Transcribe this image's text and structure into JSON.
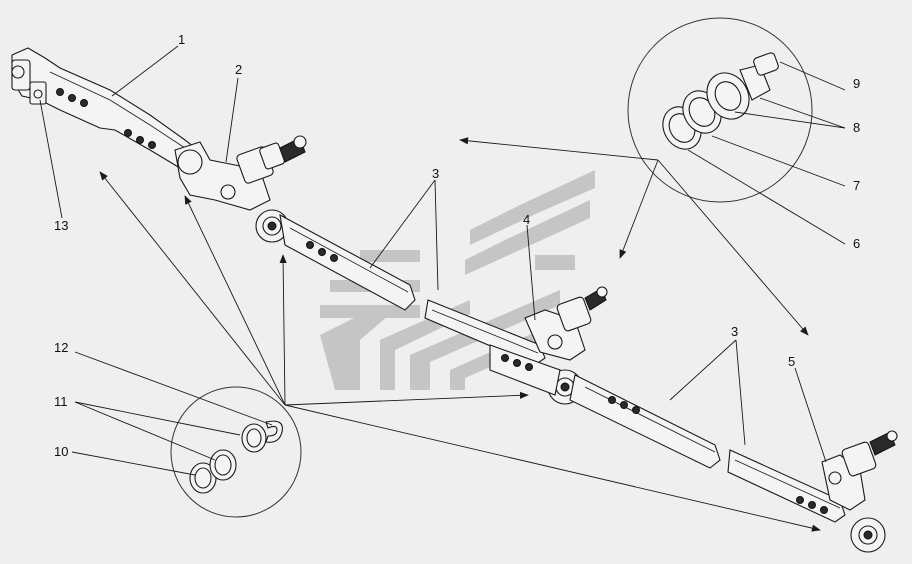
{
  "labels": [
    {
      "id": "label-1",
      "text": "1"
    },
    {
      "id": "label-2",
      "text": "2"
    },
    {
      "id": "label-3a",
      "text": "3"
    },
    {
      "id": "label-3b",
      "text": "3"
    },
    {
      "id": "label-4",
      "text": "4"
    },
    {
      "id": "label-5",
      "text": "5"
    },
    {
      "id": "label-6",
      "text": "6"
    },
    {
      "id": "label-7",
      "text": "7"
    },
    {
      "id": "label-8",
      "text": "8"
    },
    {
      "id": "label-9",
      "text": "9"
    },
    {
      "id": "label-10",
      "text": "10"
    },
    {
      "id": "label-11",
      "text": "11"
    },
    {
      "id": "label-12",
      "text": "12"
    },
    {
      "id": "label-13",
      "text": "13"
    }
  ]
}
